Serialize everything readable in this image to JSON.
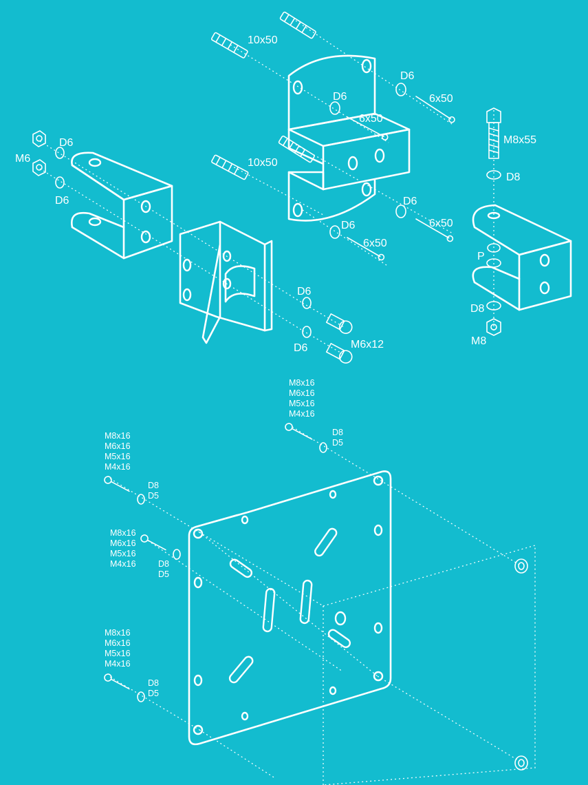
{
  "colors": {
    "background": "#13bccf",
    "line": "#ffffff"
  },
  "labels": {
    "anchor_top": "10x50",
    "anchor_mid": "10x50",
    "washer_d6": "D6",
    "screw_6x50": "6x50",
    "nut_m6": "M6",
    "bolt_m8x55": "M8x55",
    "washer_d8": "D8",
    "spacer_p": "P",
    "nut_m8": "M8",
    "screw_m6x12": "M6x12",
    "screw_sizes": [
      "M8x16",
      "M6x16",
      "M5x16",
      "M4x16"
    ],
    "washer_sizes": [
      "D8",
      "D5"
    ]
  }
}
